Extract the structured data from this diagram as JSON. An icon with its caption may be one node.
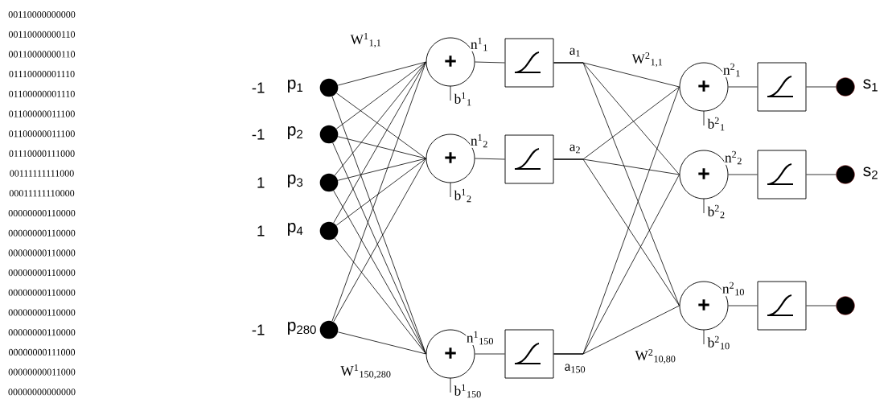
{
  "diagram": {
    "nodes": [
      {
        "text": [],
        "shape": "circle",
        "beside": [
          "-1",
          "p$_{1}$"
        ]
      },
      {
        "text": [],
        "shape": "circle",
        "beside": [
          "-1",
          "p$_{2}$"
        ]
      },
      {
        "text": [],
        "shape": "circle",
        "beside": [
          "1",
          "p$_{3}$"
        ]
      },
      {
        "text": [],
        "shape": "circle",
        "beside": [
          "1",
          "p$_{4}$"
        ]
      },
      {
        "text": [],
        "shape": "circle",
        "beside": [
          "-1",
          "p$_{280}$"
        ]
      },
      {
        "text": [
          "+"
        ],
        "beside": [
          "b$^{1}$$_{1}$"
        ]
      },
      {
        "text": [
          "+"
        ],
        "beside": [
          "b$^{1}$$_{2}$"
        ]
      },
      {
        "text": [
          "+"
        ],
        "beside": [
          "b$^{1}$$_{150}$"
        ]
      },
      {
        "text": [],
        "shape": "box",
        "beside": [
          "a$_{1}$"
        ]
      },
      {
        "text": [],
        "shape": "box",
        "beside": [
          "a$_{2}$"
        ]
      },
      {
        "text": [],
        "shape": "box",
        "beside": [
          "a$_{150}$"
        ]
      },
      {
        "text": [
          "+"
        ],
        "beside": [
          "b$^{2}$$_{1}$"
        ]
      },
      {
        "text": [
          "+"
        ],
        "beside": [
          "b$^{2}$$_{2}$"
        ]
      },
      {
        "text": [
          "+"
        ],
        "beside": [
          "b$^{2}$$_{10}$"
        ]
      },
      {
        "text": [],
        "shape": "box"
      },
      {
        "text": [],
        "shape": "box"
      },
      {
        "text": [],
        "shape": "box"
      },
      {
        "text": [],
        "shape": "circle",
        "beside": [
          "s$_{1}$"
        ]
      },
      {
        "text": [],
        "shape": "circle",
        "beside": [
          "s$_{2}$"
        ]
      },
      {
        "text": [],
        "shape": "circle"
      }
    ],
    "edges": [
      {
        "from": 0,
        "to": 5,
        "arrow": "none",
        "label": "W$^{1}$$_{1,1}$"
      },
      {
        "from": 0,
        "to": 6,
        "arrow": "none"
      },
      {
        "from": 0,
        "to": 7,
        "arrow": "none"
      },
      {
        "from": 1,
        "to": 5,
        "arrow": "none"
      },
      {
        "from": 1,
        "to": 6,
        "arrow": "none"
      },
      {
        "from": 1,
        "to": 7,
        "arrow": "none"
      },
      {
        "from": 2,
        "to": 5,
        "arrow": "none"
      },
      {
        "from": 2,
        "to": 6,
        "arrow": "none"
      },
      {
        "from": 2,
        "to": 7,
        "arrow": "none"
      },
      {
        "from": 3,
        "to": 5,
        "arrow": "none"
      },
      {
        "from": 3,
        "to": 6,
        "arrow": "none"
      },
      {
        "from": 3,
        "to": 7,
        "arrow": "none"
      },
      {
        "from": 4,
        "to": 5,
        "arrow": "none"
      },
      {
        "from": 4,
        "to": 6,
        "arrow": "none"
      },
      {
        "from": 4,
        "to": 7,
        "arrow": "none",
        "label": "W$^{1}$$_{150,280}$"
      },
      {
        "from": 5,
        "to": 8,
        "arrow": "none",
        "label": "n$^{1}$$_{1}$"
      },
      {
        "from": 6,
        "to": 9,
        "arrow": "none",
        "label": "n$^{1}$$_{2}$"
      },
      {
        "from": 7,
        "to": 10,
        "arrow": "none",
        "label": "n$^{1}$$_{150}$"
      },
      {
        "from": 8,
        "to": 11,
        "arrow": "none",
        "label": "W$^{2}$$_{1,1}$"
      },
      {
        "from": 8,
        "to": 12,
        "arrow": "none"
      },
      {
        "from": 8,
        "to": 13,
        "arrow": "none"
      },
      {
        "from": 9,
        "to": 11,
        "arrow": "none"
      },
      {
        "from": 9,
        "to": 12,
        "arrow": "none"
      },
      {
        "from": 9,
        "to": 13,
        "arrow": "none"
      },
      {
        "from": 10,
        "to": 11,
        "arrow": "none"
      },
      {
        "from": 10,
        "to": 12,
        "arrow": "none"
      },
      {
        "from": 10,
        "to": 13,
        "arrow": "none",
        "label": "W$^{2}$$_{10,80}$"
      },
      {
        "from": 11,
        "to": 14,
        "arrow": "none",
        "label": "n$^{2}$$_{1}$"
      },
      {
        "from": 12,
        "to": 15,
        "arrow": "none",
        "label": "n$^{2}$$_{2}$"
      },
      {
        "from": 13,
        "to": 16,
        "arrow": "none",
        "label": "n$^{2}$$_{10}$"
      },
      {
        "from": 14,
        "to": 17,
        "arrow": "none"
      },
      {
        "from": 15,
        "to": 18,
        "arrow": "none"
      },
      {
        "from": 16,
        "to": 19,
        "arrow": "none"
      }
    ],
    "labels": [
      "00110000000000",
      "00110000000110",
      "00110000000110",
      "01110000001110",
      "01100000001110",
      "01100000011100",
      "01100000011100",
      "01110000111000",
      "00111111111000",
      "00011111110000",
      "00000000110000",
      "00000000110000",
      "00000000110000",
      "00000000110000",
      "00000000110000",
      "00000000110000",
      "00000000110000",
      "00000000111000",
      "00000000011000",
      "00000000000000"
    ]
  }
}
